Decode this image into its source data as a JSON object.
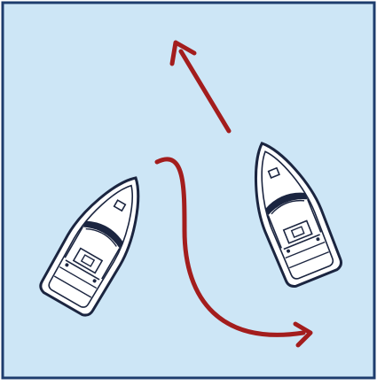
{
  "scene": {
    "water_color": "#cde6f6",
    "frame_color": "#1e3d6e",
    "arrow_color": "#a31d1d",
    "boat_fill": "#ffffff",
    "boat_stroke": "#1b2540",
    "boats": [
      {
        "name": "boat-left",
        "heading": "north-east"
      },
      {
        "name": "boat-right",
        "heading": "north-west"
      }
    ],
    "arrows": [
      {
        "name": "straight-course-arrow",
        "shape": "straight"
      },
      {
        "name": "curved-course-arrow",
        "shape": "curved"
      }
    ]
  }
}
